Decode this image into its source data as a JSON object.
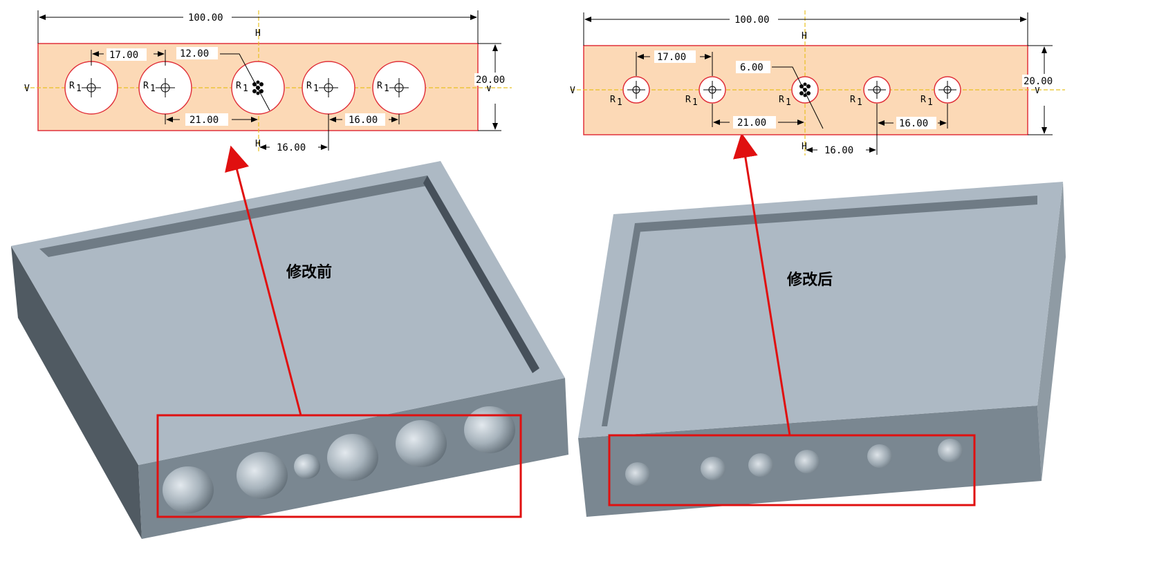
{
  "captions": {
    "before": "修改前",
    "after": "修改后"
  },
  "colors": {
    "sketch_fill": "#fcd9b6",
    "sketch_outline": "#e0303a",
    "centerline": "#e8c020",
    "annotation_red": "#e01010",
    "block_top": "#adb9c4",
    "block_front": "#7a8791",
    "block_side": "#505a62"
  },
  "sketch_before": {
    "overall_width": "100.00",
    "height": "20.00",
    "pitch_left": "17.00",
    "center_hole_dia": "12.00",
    "pitch_middle": "21.00",
    "pitch_right": "16.00",
    "pitch_bottom": "16.00",
    "radius_label": "R",
    "radius_sub": "1",
    "horizontal_ref": "H",
    "vertical_ref": "V"
  },
  "sketch_after": {
    "overall_width": "100.00",
    "height": "20.00",
    "pitch_left": "17.00",
    "center_hole_dia": "6.00",
    "pitch_middle": "21.00",
    "pitch_right": "16.00",
    "pitch_bottom": "16.00",
    "radius_label": "R",
    "radius_sub": "1",
    "horizontal_ref": "H",
    "vertical_ref": "V"
  }
}
